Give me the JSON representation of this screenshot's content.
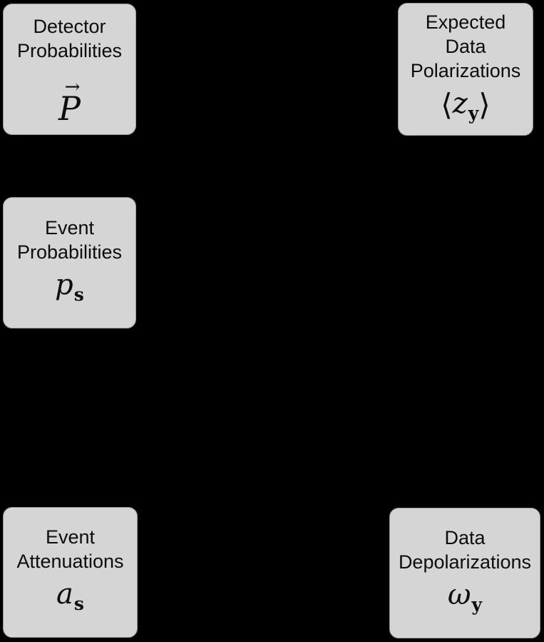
{
  "diagram": {
    "background_color": "#000000",
    "node_fill_color": "#d5d5d5",
    "node_border_color": "#979797",
    "node_text_color": "#0d0d0d",
    "boxes": [
      {
        "id": "detector-probabilities",
        "lines": [
          "Detector",
          "Probabilities"
        ],
        "math": {
          "text": "P⃗",
          "base": "P",
          "accent": "→"
        }
      },
      {
        "id": "event-probabilities",
        "lines": [
          "Event",
          "Probabilities"
        ],
        "math": {
          "text": "p_s",
          "base": "p",
          "sub": "s"
        }
      },
      {
        "id": "expected-data-polarizations",
        "lines": [
          "Expected",
          "Data",
          "Polarizations"
        ],
        "math": {
          "text": "⟨z_y⟩",
          "lbracket": "⟨",
          "base": "z",
          "sub": "y",
          "rbracket": "⟩"
        }
      },
      {
        "id": "event-attenuations",
        "lines": [
          "Event",
          "Attenuations"
        ],
        "math": {
          "text": "a_s",
          "base": "a",
          "sub": "s"
        }
      },
      {
        "id": "data-depolarizations",
        "lines": [
          "Data",
          "Depolarizations"
        ],
        "math": {
          "text": "ω_y",
          "base": "ω",
          "sub": "y"
        }
      }
    ]
  }
}
